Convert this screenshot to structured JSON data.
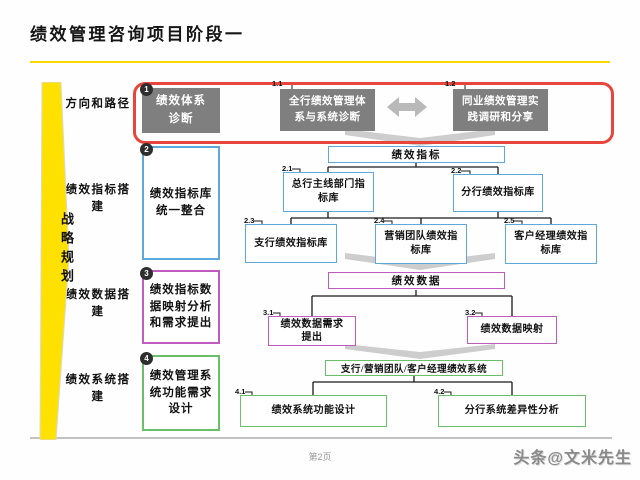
{
  "title": "绩效管理咨询项目阶段一",
  "sidebar": {
    "banner": "战略规划",
    "rows": [
      "方向和路径",
      "绩效指标搭建",
      "绩效数据搭建",
      "绩效系统搭建"
    ]
  },
  "sections": [
    {
      "num": "1",
      "left_box": "绩效体系诊断",
      "nodes": [
        {
          "id": "1.1",
          "label": "全行绩效管理体系与系统诊断"
        },
        {
          "id": "1.2",
          "label": "同业绩效管理实践调研和分享"
        }
      ]
    },
    {
      "num": "2",
      "left_box": "绩效指标库统一整合",
      "root": "绩效指标",
      "nodes": [
        {
          "id": "2.1",
          "label": "总行主线部门指标库"
        },
        {
          "id": "2.2",
          "label": "分行绩效指标库"
        },
        {
          "id": "2.3",
          "label": "支行绩效指标库"
        },
        {
          "id": "2.4",
          "label": "营销团队绩效指标库"
        },
        {
          "id": "2.5",
          "label": "客户经理绩效指标库"
        }
      ]
    },
    {
      "num": "3",
      "left_box": "绩效指标数据映射分析和需求提出",
      "root": "绩效数据",
      "nodes": [
        {
          "id": "3.1",
          "label": "绩效数据需求提出"
        },
        {
          "id": "3.2",
          "label": "绩效数据映射"
        }
      ]
    },
    {
      "num": "4",
      "left_box": "绩效管理系统功能需求设计",
      "root": "支行/营销团队/客户经理绩效系统",
      "nodes": [
        {
          "id": "4.1",
          "label": "绩效系统功能设计"
        },
        {
          "id": "4.2",
          "label": "分行系统差异性分析"
        }
      ]
    }
  ],
  "footer": {
    "page_number": "第2页",
    "watermark": "头条@文米先生"
  },
  "colors": {
    "accent_red": "#e8453c",
    "banner_yellow": "#ffe100",
    "rule_yellow": "#ffd700",
    "phase_blue": "#5fa8dc",
    "phase_magenta": "#c05cc0",
    "phase_green": "#6abf6a",
    "gray_box": "#7f7f7f"
  }
}
